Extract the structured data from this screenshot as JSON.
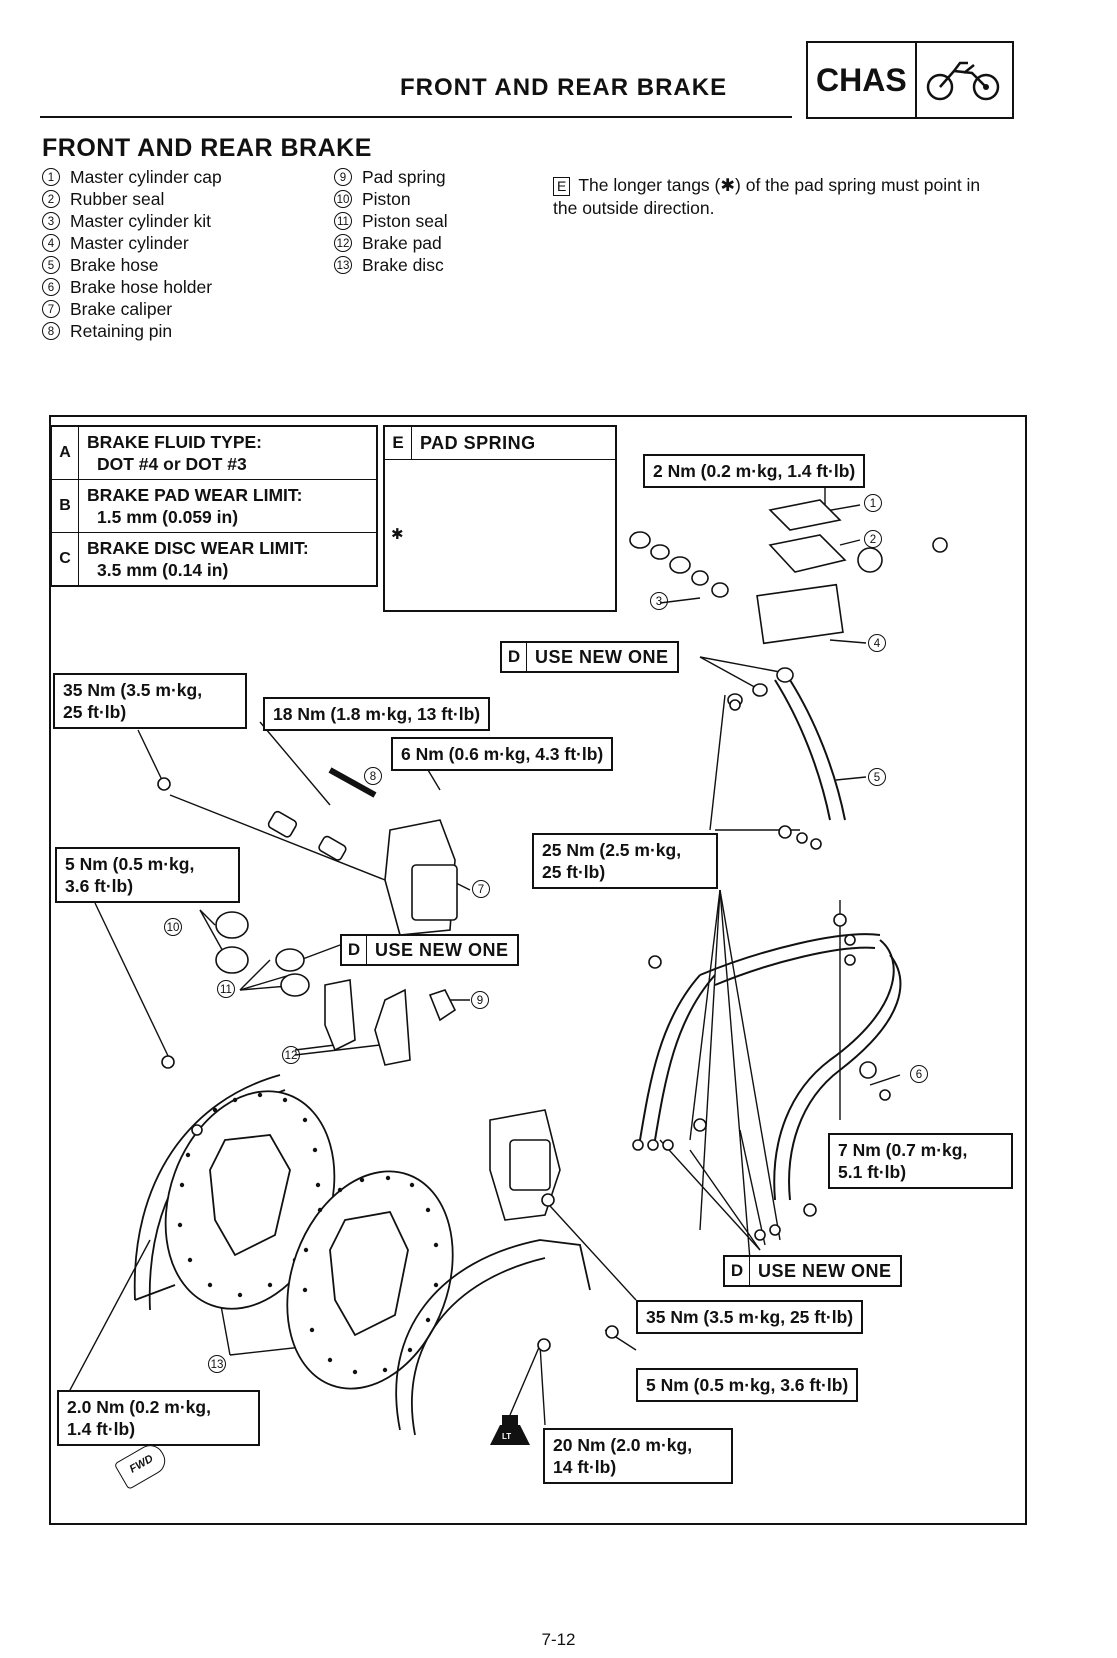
{
  "header": {
    "title": "FRONT AND REAR BRAKE",
    "section_code": "CHAS",
    "section_icon": "motorcycle-icon"
  },
  "section_title": "FRONT AND REAR BRAKE",
  "legend_left": [
    {
      "num": "1",
      "label": "Master cylinder cap"
    },
    {
      "num": "2",
      "label": "Rubber seal"
    },
    {
      "num": "3",
      "label": "Master cylinder kit"
    },
    {
      "num": "4",
      "label": "Master cylinder"
    },
    {
      "num": "5",
      "label": "Brake hose"
    },
    {
      "num": "6",
      "label": "Brake hose holder"
    },
    {
      "num": "7",
      "label": "Brake caliper"
    },
    {
      "num": "8",
      "label": "Retaining pin"
    }
  ],
  "legend_right": [
    {
      "num": "9",
      "label": "Pad spring"
    },
    {
      "num": "10",
      "label": "Piston"
    },
    {
      "num": "11",
      "label": "Piston seal"
    },
    {
      "num": "12",
      "label": "Brake pad"
    },
    {
      "num": "13",
      "label": "Brake disc"
    }
  ],
  "note": {
    "key": "E",
    "text": "The longer tangs (✱) of the pad spring must point in the outside direction."
  },
  "spec_table": [
    {
      "key": "A",
      "label": "BRAKE FLUID TYPE:",
      "value": "DOT #4 or DOT #3"
    },
    {
      "key": "B",
      "label": "BRAKE PAD WEAR LIMIT:",
      "value": "1.5 mm (0.059 in)"
    },
    {
      "key": "C",
      "label": "BRAKE DISC WEAR LIMIT:",
      "value": "3.5 mm (0.14 in)"
    }
  ],
  "pad_spring_box": {
    "key": "E",
    "label": "PAD SPRING",
    "mark": "✱"
  },
  "use_new": {
    "key": "D",
    "label": "USE NEW ONE"
  },
  "torques": {
    "t1": "2 Nm (0.2 m·kg, 1.4 ft·lb)",
    "t2a": "35 Nm (3.5 m·kg,",
    "t2b": "25 ft·lb)",
    "t3": "18 Nm (1.8 m·kg, 13 ft·lb)",
    "t4": "6 Nm (0.6 m·kg, 4.3 ft·lb)",
    "t5a": "5 Nm (0.5 m·kg,",
    "t5b": "3.6 ft·lb)",
    "t6a": "25 Nm (2.5 m·kg,",
    "t6b": "25 ft·lb)",
    "t7a": "7 Nm (0.7 m·kg,",
    "t7b": "5.1 ft·lb)",
    "t8": "35 Nm (3.5 m·kg, 25 ft·lb)",
    "t9": "5 Nm (0.5 m·kg, 3.6 ft·lb)",
    "t10a": "2.0 Nm (0.2 m·kg,",
    "t10b": "1.4 ft·lb)",
    "t11a": "20 Nm (2.0 m·kg,",
    "t11b": "14 ft·lb)"
  },
  "callouts": {
    "c1": "1",
    "c2": "2",
    "c3": "3",
    "c4": "4",
    "c5": "5",
    "c6": "6",
    "c7": "7",
    "c8": "8",
    "c9": "9",
    "c10": "10",
    "c11": "11",
    "c12": "12",
    "c13": "13"
  },
  "fwd_label": "FWD",
  "lt_label": "LT",
  "page_number": "7-12"
}
